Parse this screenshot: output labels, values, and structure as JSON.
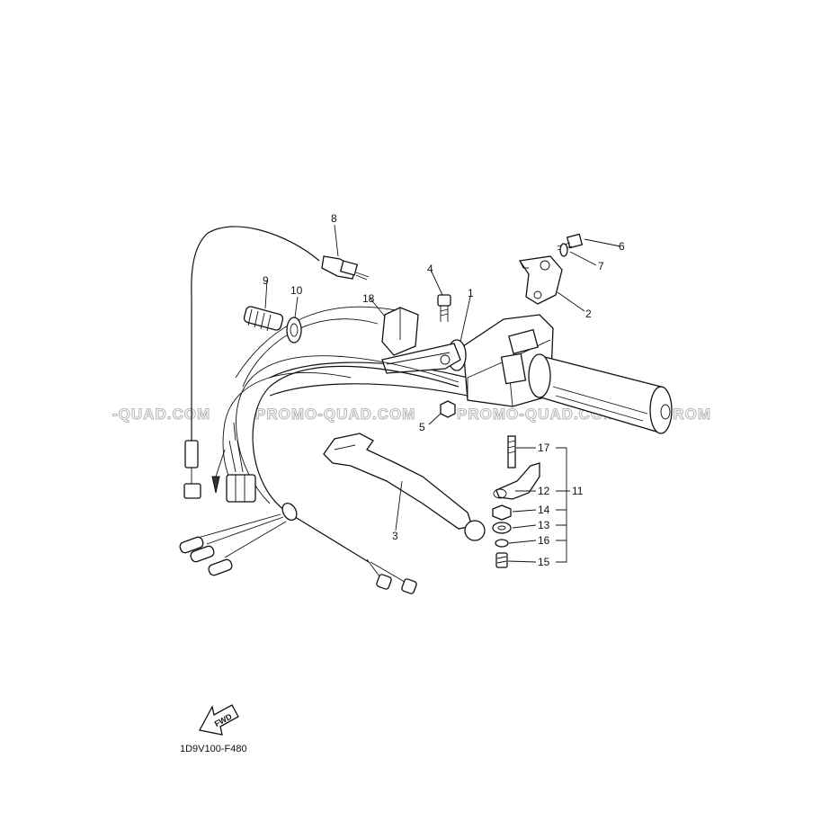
{
  "diagram": {
    "watermark_text": "PROMO-QUAD.COM",
    "watermark_left_fragment": "-QUAD.COM",
    "watermark_right_fragment": "PROM",
    "watermark_middle_fragment": "PROMO-QUAD.COM",
    "part_code": "1D9V100-F480",
    "direction_label": "FWD",
    "callouts": {
      "p1": "1",
      "p2": "2",
      "p3": "3",
      "p4": "4",
      "p5": "5",
      "p6": "6",
      "p7": "7",
      "p8": "8",
      "p9": "9",
      "p10": "10",
      "p11": "11",
      "p12": "12",
      "p13": "13",
      "p14": "14",
      "p15": "15",
      "p16": "16",
      "p17": "17",
      "p18": "18"
    }
  }
}
